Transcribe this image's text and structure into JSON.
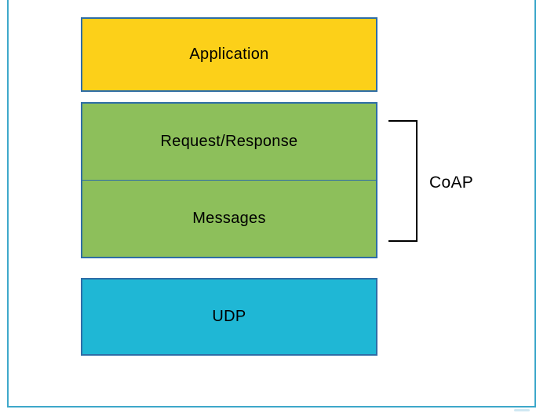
{
  "diagram": {
    "layers": {
      "application": {
        "label": "Application",
        "fill": "#fcd019"
      },
      "request_response": {
        "label": "Request/Response",
        "fill": "#8dbf5b"
      },
      "messages": {
        "label": "Messages",
        "fill": "#8dbf5b"
      },
      "udp": {
        "label": "UDP",
        "fill": "#1fb7d5"
      }
    },
    "bracket": {
      "label": "CoAP",
      "line_color": "#000000"
    },
    "frame": {
      "border_color": "#3ea8ca"
    },
    "box_border_color": "#2e6da6"
  }
}
